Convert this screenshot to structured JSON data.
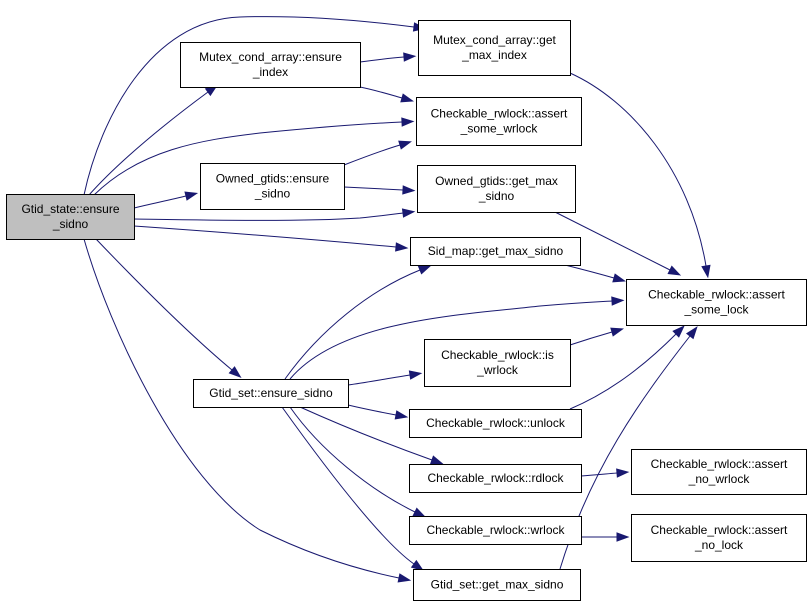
{
  "diagram": {
    "type": "call-graph",
    "colors": {
      "edge": "#191970",
      "root_fill": "#bfbfbf",
      "node_fill": "#ffffff",
      "border": "#000000"
    },
    "nodes": [
      {
        "id": "gtid_state_ensure_sidno",
        "lines": [
          "Gtid_state::ensure",
          "_sidno"
        ],
        "root": true
      },
      {
        "id": "mutex_cond_array_ensure_index",
        "lines": [
          "Mutex_cond_array::ensure",
          "_index"
        ]
      },
      {
        "id": "mutex_cond_array_get_max_index",
        "lines": [
          "Mutex_cond_array::get",
          "_max_index"
        ]
      },
      {
        "id": "checkable_rwlock_assert_some_wrlock",
        "lines": [
          "Checkable_rwlock::assert",
          "_some_wrlock"
        ]
      },
      {
        "id": "owned_gtids_ensure_sidno",
        "lines": [
          "Owned_gtids::ensure",
          "_sidno"
        ]
      },
      {
        "id": "owned_gtids_get_max_sidno",
        "lines": [
          "Owned_gtids::get_max",
          "_sidno"
        ]
      },
      {
        "id": "sid_map_get_max_sidno",
        "lines": [
          "Sid_map::get_max_sidno"
        ]
      },
      {
        "id": "checkable_rwlock_assert_some_lock",
        "lines": [
          "Checkable_rwlock::assert",
          "_some_lock"
        ]
      },
      {
        "id": "checkable_rwlock_is_wrlock",
        "lines": [
          "Checkable_rwlock::is",
          "_wrlock"
        ]
      },
      {
        "id": "gtid_set_ensure_sidno",
        "lines": [
          "Gtid_set::ensure_sidno"
        ]
      },
      {
        "id": "checkable_rwlock_unlock",
        "lines": [
          "Checkable_rwlock::unlock"
        ]
      },
      {
        "id": "checkable_rwlock_rdlock",
        "lines": [
          "Checkable_rwlock::rdlock"
        ]
      },
      {
        "id": "checkable_rwlock_assert_no_wrlock",
        "lines": [
          "Checkable_rwlock::assert",
          "_no_wrlock"
        ]
      },
      {
        "id": "checkable_rwlock_wrlock",
        "lines": [
          "Checkable_rwlock::wrlock"
        ]
      },
      {
        "id": "checkable_rwlock_assert_no_lock",
        "lines": [
          "Checkable_rwlock::assert",
          "_no_lock"
        ]
      },
      {
        "id": "gtid_set_get_max_sidno",
        "lines": [
          "Gtid_set::get_max_sidno"
        ]
      }
    ],
    "edges": [
      {
        "from": "gtid_state_ensure_sidno",
        "to": "mutex_cond_array_ensure_index"
      },
      {
        "from": "gtid_state_ensure_sidno",
        "to": "mutex_cond_array_get_max_index"
      },
      {
        "from": "gtid_state_ensure_sidno",
        "to": "checkable_rwlock_assert_some_wrlock"
      },
      {
        "from": "gtid_state_ensure_sidno",
        "to": "owned_gtids_ensure_sidno"
      },
      {
        "from": "gtid_state_ensure_sidno",
        "to": "owned_gtids_get_max_sidno"
      },
      {
        "from": "gtid_state_ensure_sidno",
        "to": "sid_map_get_max_sidno"
      },
      {
        "from": "gtid_state_ensure_sidno",
        "to": "gtid_set_ensure_sidno"
      },
      {
        "from": "gtid_state_ensure_sidno",
        "to": "gtid_set_get_max_sidno"
      },
      {
        "from": "mutex_cond_array_ensure_index",
        "to": "mutex_cond_array_get_max_index"
      },
      {
        "from": "mutex_cond_array_ensure_index",
        "to": "checkable_rwlock_assert_some_wrlock"
      },
      {
        "from": "mutex_cond_array_get_max_index",
        "to": "checkable_rwlock_assert_some_lock"
      },
      {
        "from": "owned_gtids_ensure_sidno",
        "to": "checkable_rwlock_assert_some_wrlock"
      },
      {
        "from": "owned_gtids_ensure_sidno",
        "to": "owned_gtids_get_max_sidno"
      },
      {
        "from": "owned_gtids_get_max_sidno",
        "to": "checkable_rwlock_assert_some_lock"
      },
      {
        "from": "sid_map_get_max_sidno",
        "to": "checkable_rwlock_assert_some_lock"
      },
      {
        "from": "gtid_set_ensure_sidno",
        "to": "sid_map_get_max_sidno"
      },
      {
        "from": "gtid_set_ensure_sidno",
        "to": "checkable_rwlock_assert_some_lock"
      },
      {
        "from": "gtid_set_ensure_sidno",
        "to": "checkable_rwlock_is_wrlock"
      },
      {
        "from": "gtid_set_ensure_sidno",
        "to": "checkable_rwlock_unlock"
      },
      {
        "from": "gtid_set_ensure_sidno",
        "to": "checkable_rwlock_rdlock"
      },
      {
        "from": "gtid_set_ensure_sidno",
        "to": "checkable_rwlock_wrlock"
      },
      {
        "from": "gtid_set_ensure_sidno",
        "to": "gtid_set_get_max_sidno"
      },
      {
        "from": "checkable_rwlock_is_wrlock",
        "to": "checkable_rwlock_assert_some_lock"
      },
      {
        "from": "checkable_rwlock_unlock",
        "to": "checkable_rwlock_assert_some_lock"
      },
      {
        "from": "checkable_rwlock_rdlock",
        "to": "checkable_rwlock_assert_no_wrlock"
      },
      {
        "from": "checkable_rwlock_wrlock",
        "to": "checkable_rwlock_assert_no_lock"
      },
      {
        "from": "gtid_set_get_max_sidno",
        "to": "checkable_rwlock_assert_some_lock"
      }
    ]
  }
}
